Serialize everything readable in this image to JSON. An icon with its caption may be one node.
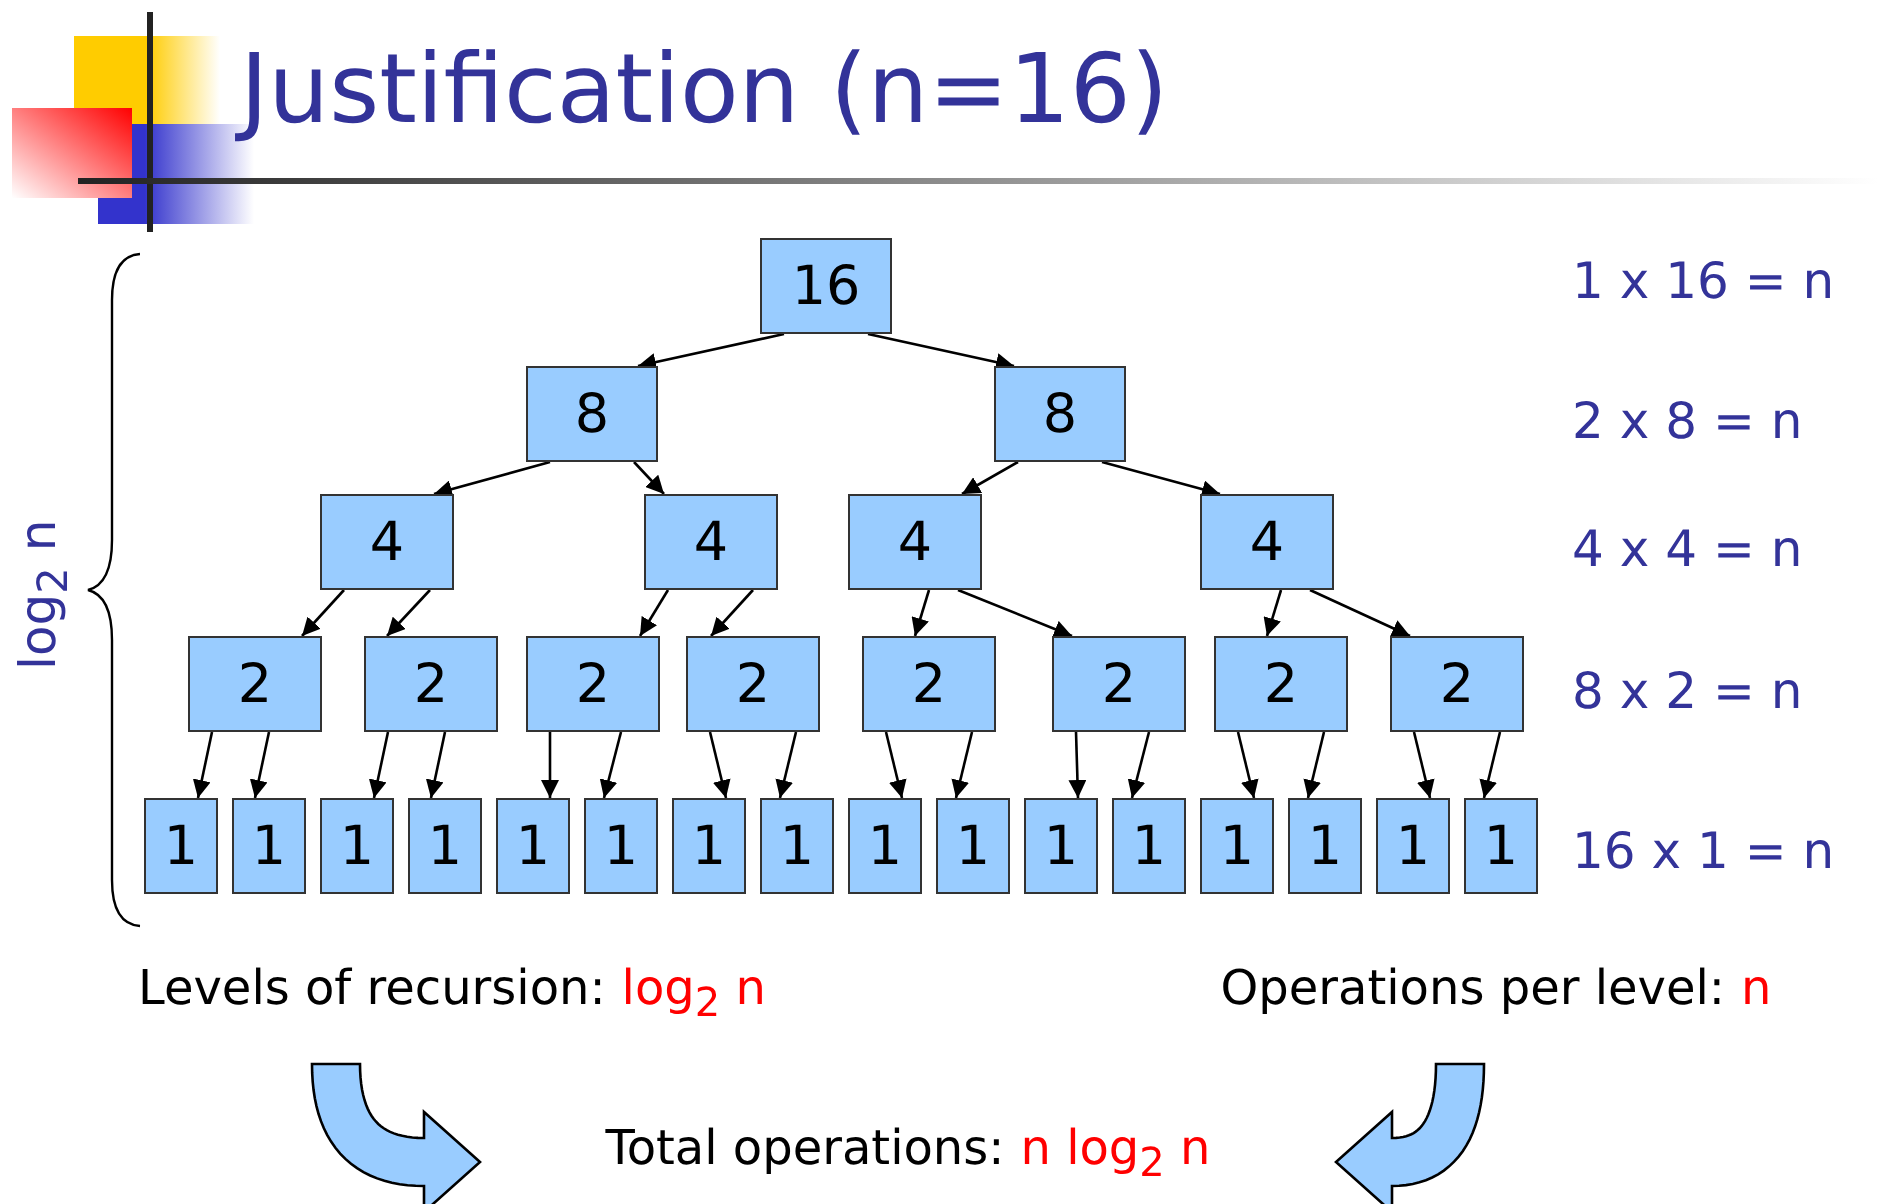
{
  "diagram": {
    "title": "Justification (n=16)",
    "nodes": [
      {
        "text": [
          "16"
        ]
      },
      {
        "text": [
          "8"
        ]
      },
      {
        "text": [
          "8"
        ]
      },
      {
        "text": [
          "4"
        ]
      },
      {
        "text": [
          "4"
        ]
      },
      {
        "text": [
          "4"
        ]
      },
      {
        "text": [
          "4"
        ]
      },
      {
        "text": [
          "2"
        ]
      },
      {
        "text": [
          "2"
        ]
      },
      {
        "text": [
          "2"
        ]
      },
      {
        "text": [
          "2"
        ]
      },
      {
        "text": [
          "2"
        ]
      },
      {
        "text": [
          "2"
        ]
      },
      {
        "text": [
          "2"
        ]
      },
      {
        "text": [
          "2"
        ]
      },
      {
        "text": [
          "1"
        ]
      },
      {
        "text": [
          "1"
        ]
      },
      {
        "text": [
          "1"
        ]
      },
      {
        "text": [
          "1"
        ]
      },
      {
        "text": [
          "1"
        ]
      },
      {
        "text": [
          "1"
        ]
      },
      {
        "text": [
          "1"
        ]
      },
      {
        "text": [
          "1"
        ]
      },
      {
        "text": [
          "1"
        ]
      },
      {
        "text": [
          "1"
        ]
      },
      {
        "text": [
          "1"
        ]
      },
      {
        "text": [
          "1"
        ]
      },
      {
        "text": [
          "1"
        ]
      },
      {
        "text": [
          "1"
        ]
      },
      {
        "text": [
          "1"
        ]
      },
      {
        "text": [
          "1"
        ]
      },
      {
        "text": [
          "Levels of recursion:",
          "log$_{2}$ n"
        ]
      },
      {
        "text": [
          "Operations per level:",
          "n"
        ]
      },
      {
        "text": [
          "Total operations:",
          "n log$_{2}$ n"
        ]
      }
    ],
    "edges": [
      {
        "from": 0,
        "to": 1,
        "arrow": "to"
      },
      {
        "from": 0,
        "to": 2,
        "arrow": "to"
      },
      {
        "from": 1,
        "to": 3,
        "arrow": "to"
      },
      {
        "from": 1,
        "to": 4,
        "arrow": "to"
      },
      {
        "from": 2,
        "to": 5,
        "arrow": "to"
      },
      {
        "from": 2,
        "to": 6,
        "arrow": "to"
      },
      {
        "from": 3,
        "to": 7,
        "arrow": "to"
      },
      {
        "from": 3,
        "to": 8,
        "arrow": "to"
      },
      {
        "from": 4,
        "to": 9,
        "arrow": "to"
      },
      {
        "from": 4,
        "to": 10,
        "arrow": "to"
      },
      {
        "from": 5,
        "to": 11,
        "arrow": "to"
      },
      {
        "from": 5,
        "to": 12,
        "arrow": "to"
      },
      {
        "from": 6,
        "to": 13,
        "arrow": "to"
      },
      {
        "from": 6,
        "to": 14,
        "arrow": "to"
      },
      {
        "from": 7,
        "to": 15,
        "arrow": "to"
      },
      {
        "from": 7,
        "to": 16,
        "arrow": "to"
      },
      {
        "from": 8,
        "to": 17,
        "arrow": "to"
      },
      {
        "from": 8,
        "to": 18,
        "arrow": "to"
      },
      {
        "from": 9,
        "to": 19,
        "arrow": "to"
      },
      {
        "from": 9,
        "to": 20,
        "arrow": "to"
      },
      {
        "from": 10,
        "to": 21,
        "arrow": "to"
      },
      {
        "from": 10,
        "to": 22,
        "arrow": "to"
      },
      {
        "from": 11,
        "to": 23,
        "arrow": "to"
      },
      {
        "from": 11,
        "to": 24,
        "arrow": "to"
      },
      {
        "from": 12,
        "to": 25,
        "arrow": "to"
      },
      {
        "from": 12,
        "to": 26,
        "arrow": "to"
      },
      {
        "from": 13,
        "to": 27,
        "arrow": "to"
      },
      {
        "from": 13,
        "to": 28,
        "arrow": "to"
      },
      {
        "from": 14,
        "to": 29,
        "arrow": "to"
      },
      {
        "from": 14,
        "to": 30,
        "arrow": "to"
      },
      {
        "from": 31,
        "to": 33,
        "arrow": "to",
        "style": "thick"
      },
      {
        "from": 32,
        "to": 33,
        "arrow": "to",
        "style": "thick"
      }
    ],
    "labels": [
      "1 x 16 = n",
      "2 x 8 = n",
      "4 x 4 = n",
      "8 x 2 = n",
      "16 x 1 = n",
      "log$_{2}$ n"
    ]
  }
}
